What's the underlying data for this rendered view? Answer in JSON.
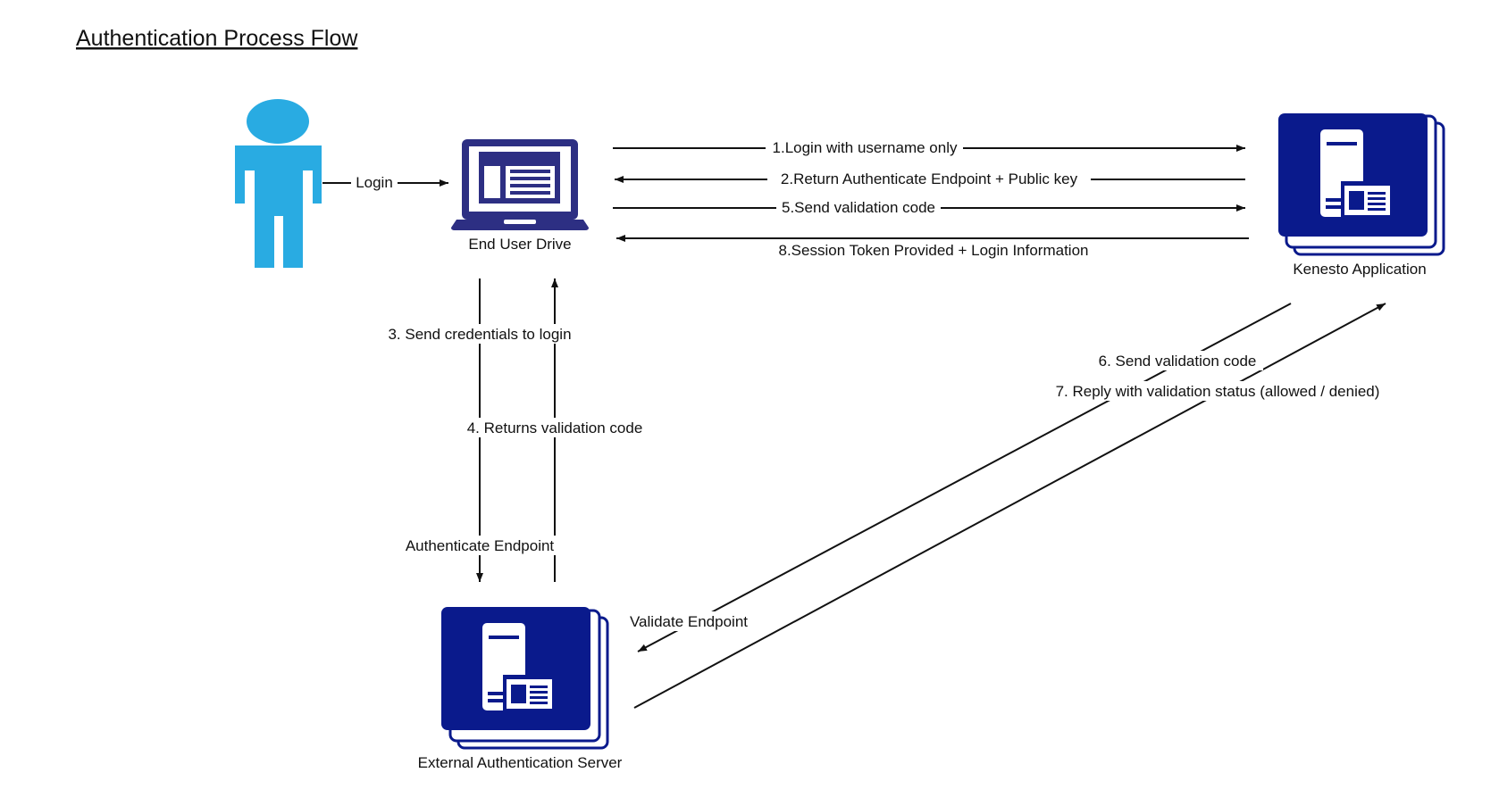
{
  "title": "Authentication Process Flow",
  "colors": {
    "user": "#29ABE2",
    "device": "#2D2F83",
    "server": "#0A1A8C",
    "line": "#111111"
  },
  "nodes": {
    "user": {
      "icon": "person-icon"
    },
    "end_user_drive": {
      "label": "End User Drive",
      "icon": "laptop-icon"
    },
    "kenesto_application": {
      "label": "Kenesto Application",
      "icon": "server-icon"
    },
    "external_auth_server": {
      "label": "External Authentication Server",
      "icon": "server-icon"
    }
  },
  "edges": {
    "login": "Login",
    "step1": "1.Login with username only",
    "step2": "2.Return Authenticate Endpoint + Public key",
    "step5": "5.Send validation code",
    "step8": "8.Session Token Provided + Login Information",
    "step3": "3. Send credentials to login",
    "step4": "4. Returns validation code",
    "authenticate_endpoint": "Authenticate Endpoint",
    "step6": "6. Send validation code",
    "step7": "7. Reply with validation status (allowed / denied)",
    "validate_endpoint": "Validate Endpoint"
  }
}
